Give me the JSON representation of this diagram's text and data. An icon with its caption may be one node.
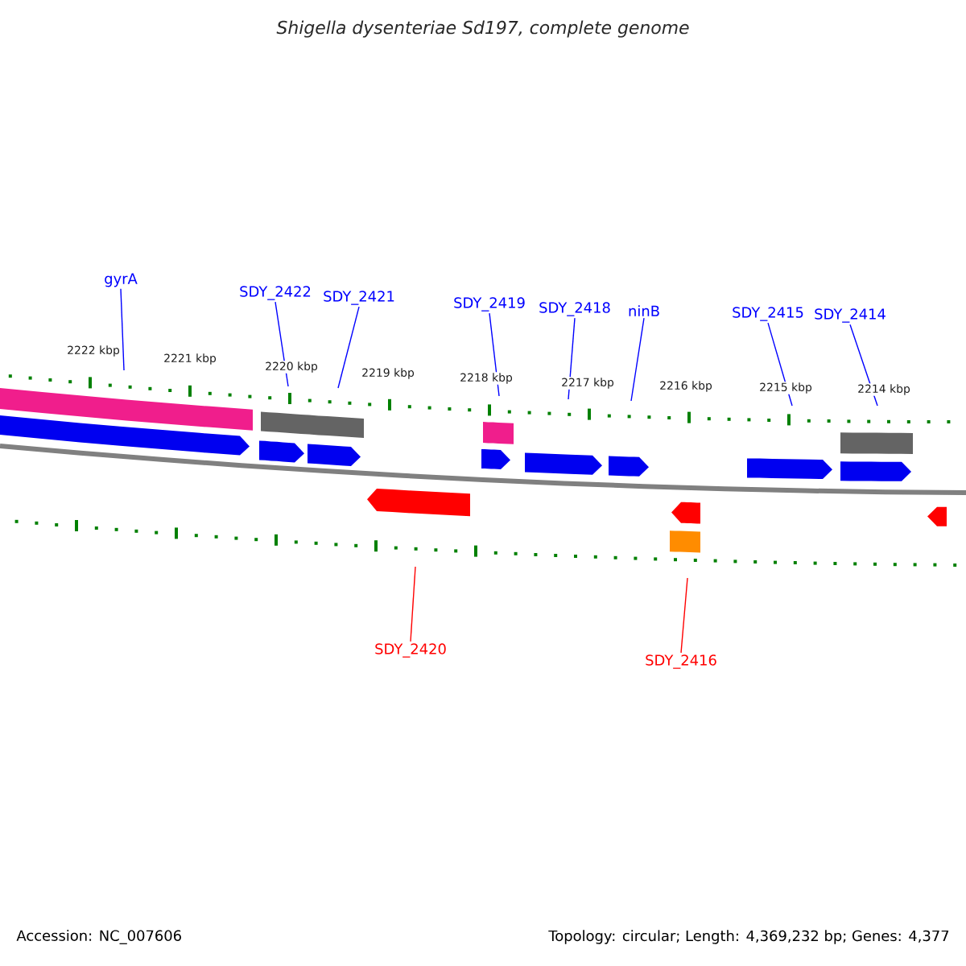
{
  "diagram": {
    "title": "Shigella dysenteriae Sd197, complete genome",
    "nodes": [
      {
        "text": [
          "gyrA"
        ]
      },
      {
        "text": [
          "SDY_2422"
        ]
      },
      {
        "text": [
          "SDY_2421"
        ]
      },
      {
        "text": [
          "SDY_2419"
        ]
      },
      {
        "text": [
          "SDY_2418"
        ]
      },
      {
        "text": [
          "ninB"
        ]
      },
      {
        "text": [
          "SDY_2415"
        ]
      },
      {
        "text": [
          "SDY_2414"
        ]
      },
      {
        "text": [
          "SDY_2420"
        ]
      },
      {
        "text": [
          "SDY_2416"
        ]
      },
      {
        "text": [],
        "shape": "ruler"
      },
      {
        "text": [],
        "shape": "ruler"
      }
    ],
    "edges": [
      {
        "from": 0,
        "to": 10,
        "arrow": "none"
      },
      {
        "from": 1,
        "to": 10,
        "arrow": "none"
      },
      {
        "from": 2,
        "to": 10,
        "arrow": "none"
      },
      {
        "from": 3,
        "to": 10,
        "arrow": "none"
      },
      {
        "from": 4,
        "to": 10,
        "arrow": "none"
      },
      {
        "from": 5,
        "to": 10,
        "arrow": "none"
      },
      {
        "from": 6,
        "to": 10,
        "arrow": "none"
      },
      {
        "from": 7,
        "to": 10,
        "arrow": "none"
      },
      {
        "from": 8,
        "to": 11,
        "arrow": "none",
        "color": "#ff0000"
      },
      {
        "from": 9,
        "to": 11,
        "arrow": "none",
        "color": "#ff0000"
      }
    ],
    "labels": [
      "2222 kbp",
      "2221 kbp",
      "2220 kbp",
      "2219 kbp",
      "2218 kbp",
      "2217 kbp",
      "2216 kbp",
      "2215 kbp",
      "2214 kbp",
      "Accession: NC_007606",
      "Topology: circular; Length: 4,369,232 bp; Genes: 4,377"
    ]
  }
}
